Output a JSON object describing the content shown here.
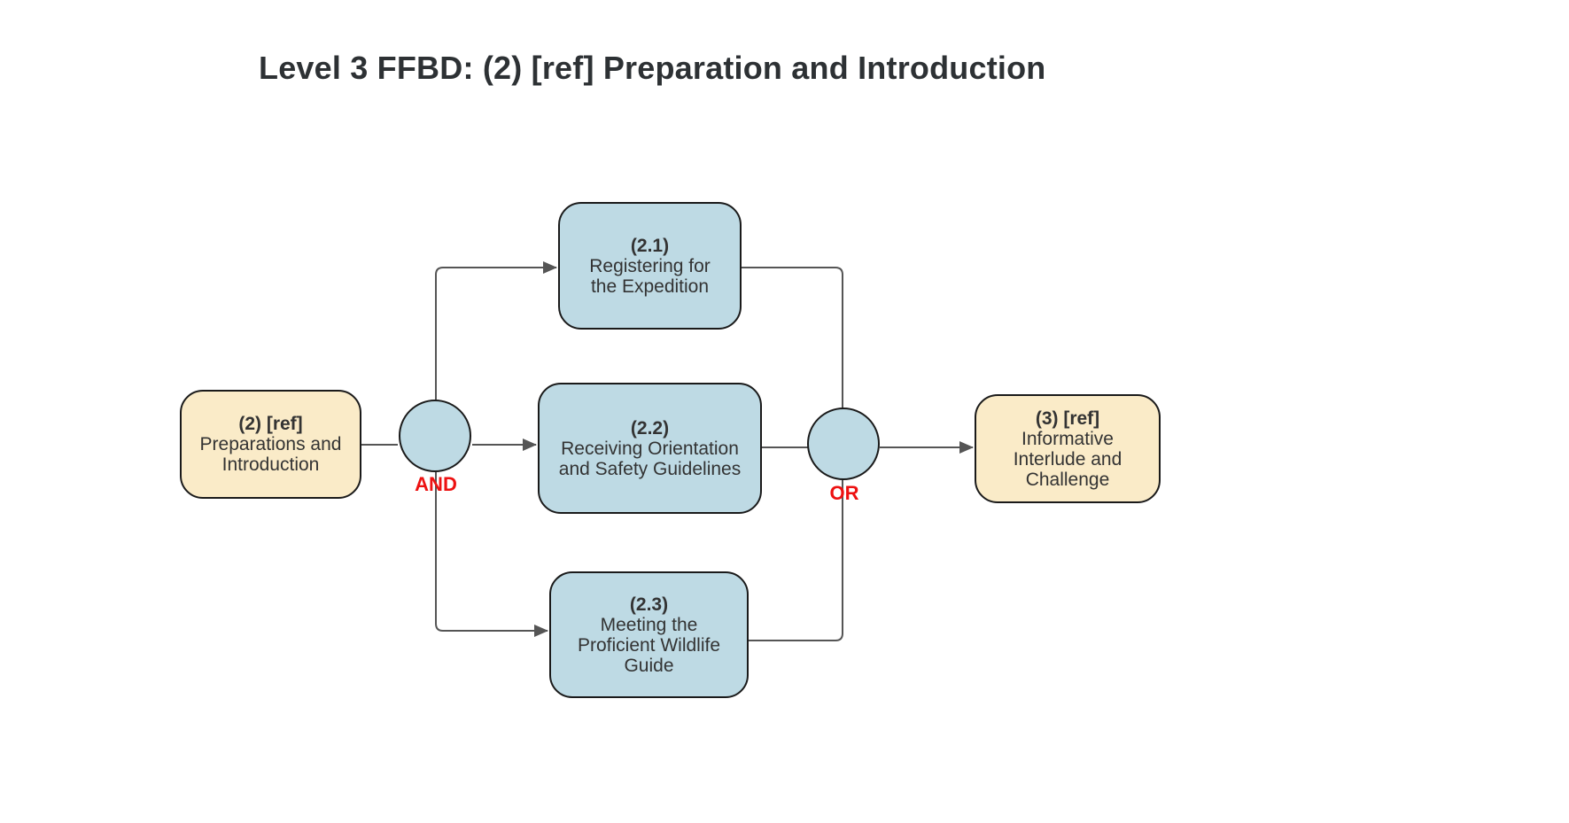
{
  "title": "Level 3 FFBD: (2) [ref] Preparation and Introduction",
  "nodes": {
    "ref_in": {
      "id": "(2) [ref]",
      "name": "Preparations and\nIntroduction"
    },
    "f21": {
      "id": "(2.1)",
      "name": "Registering for\nthe Expedition"
    },
    "f22": {
      "id": "(2.2)",
      "name": "Receiving Orientation\nand Safety Guidelines"
    },
    "f23": {
      "id": "(2.3)",
      "name": "Meeting the\nProficient Wildlife\nGuide"
    },
    "ref_out": {
      "id": "(3) [ref]",
      "name": "Informative\nInterlude and\nChallenge"
    }
  },
  "gates": {
    "and": {
      "label": "AND"
    },
    "or": {
      "label": "OR"
    }
  },
  "colors": {
    "reference_block_fill": "#faebc8",
    "function_block_fill": "#bedae4",
    "block_border": "#1a1a1a",
    "connector": "#555555",
    "gate_label": "#ed1111",
    "title_text": "#2d3134",
    "block_text": "#333333",
    "background": "#ffffff"
  }
}
